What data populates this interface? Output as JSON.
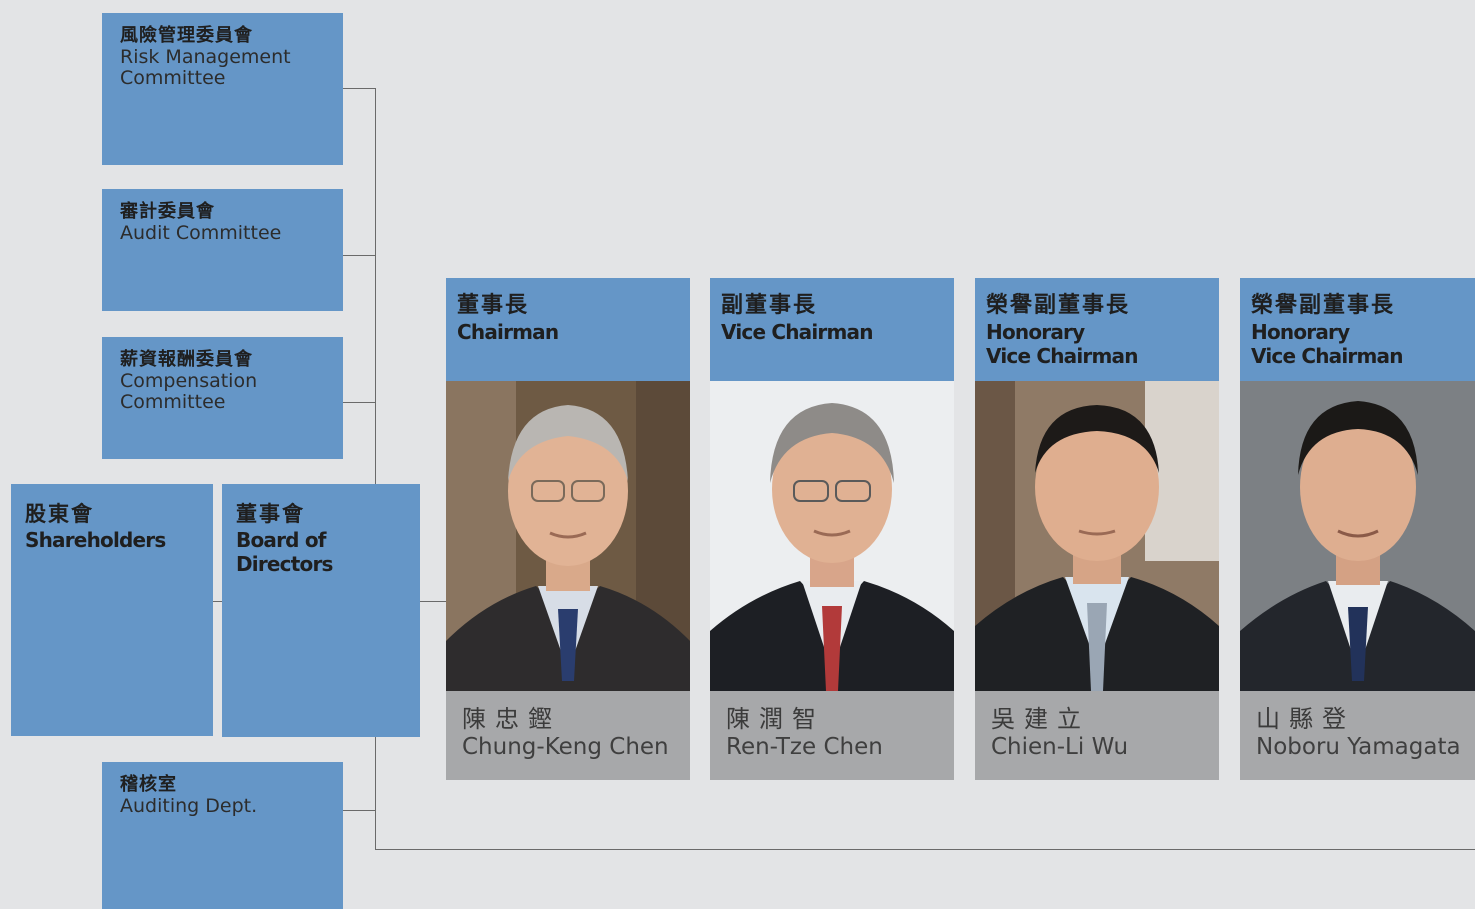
{
  "committees": {
    "risk": {
      "zh": "風險管理委員會",
      "en_line1": "Risk Management",
      "en_line2": "Committee"
    },
    "audit": {
      "zh": "審計委員會",
      "en_line1": "Audit Committee"
    },
    "compensation": {
      "zh": "薪資報酬委員會",
      "en_line1": "Compensation",
      "en_line2": "Committee"
    },
    "auditing_dept": {
      "zh": "稽核室",
      "en_line1": "Auditing Dept."
    }
  },
  "shareholders": {
    "zh": "股東會",
    "en": "Shareholders"
  },
  "board": {
    "zh": "董事會",
    "en_line1": "Board of",
    "en_line2": "Directors"
  },
  "leaders": [
    {
      "title_zh": "董事長",
      "title_en_line1": "Chairman",
      "title_en_line2": "",
      "name_zh": "陳忠鏗",
      "name_en": "Chung-Keng Chen"
    },
    {
      "title_zh": "副董事長",
      "title_en_line1": "Vice Chairman",
      "title_en_line2": "",
      "name_zh": "陳潤智",
      "name_en": "Ren-Tze Chen"
    },
    {
      "title_zh": "榮譽副董事長",
      "title_en_line1": "Honorary",
      "title_en_line2": "Vice Chairman",
      "name_zh": "吳建立",
      "name_en": "Chien-Li Wu"
    },
    {
      "title_zh": "榮譽副董事長",
      "title_en_line1": "Honorary",
      "title_en_line2": "Vice Chairman",
      "name_zh": "山縣登",
      "name_en": "Noboru Yamagata"
    }
  ],
  "colors": {
    "box": "#6596c7",
    "name_plate": "#a7a8aa",
    "background": "#e3e4e6",
    "connector": "#6a6a6a"
  }
}
